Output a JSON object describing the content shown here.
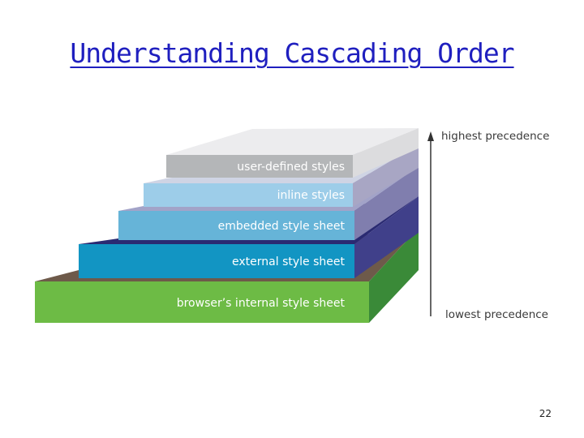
{
  "slide": {
    "title": "Understanding Cascading Order",
    "page_number": "22"
  },
  "diagram": {
    "layers": [
      {
        "label": "user-defined styles",
        "front": "#b4b6b8",
        "side": "#dcdcde",
        "top": "#ececee"
      },
      {
        "label": "inline styles",
        "front": "#9dcde9",
        "side": "#a8a6c4",
        "top": "#cfd4e4"
      },
      {
        "label": "embedded style sheet",
        "front": "#66b4d8",
        "side": "#807eae",
        "top": "#a2a3c8"
      },
      {
        "label": "external style sheet",
        "front": "#1295c3",
        "side": "#40408a",
        "top": "#2a2a72"
      },
      {
        "label": "browser’s internal style sheet",
        "front": "#6dbb45",
        "side": "#3a8a38",
        "top": "#6e5a4a"
      }
    ],
    "highest_label": "highest precedence",
    "lowest_label": "lowest precedence"
  }
}
